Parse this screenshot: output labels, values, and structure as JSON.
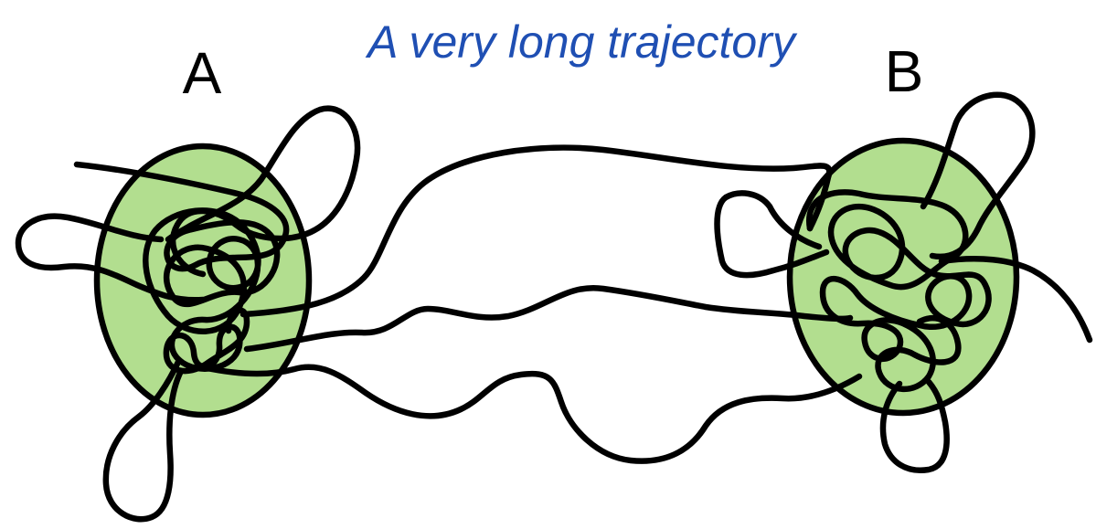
{
  "title": "A very long trajectory",
  "states": {
    "a": {
      "label": "A"
    },
    "b": {
      "label": "B"
    }
  },
  "colors": {
    "title": "#1f4fb3",
    "label": "#000000",
    "region_fill": "#b2de8f",
    "stroke": "#000000",
    "background": "#ffffff"
  }
}
